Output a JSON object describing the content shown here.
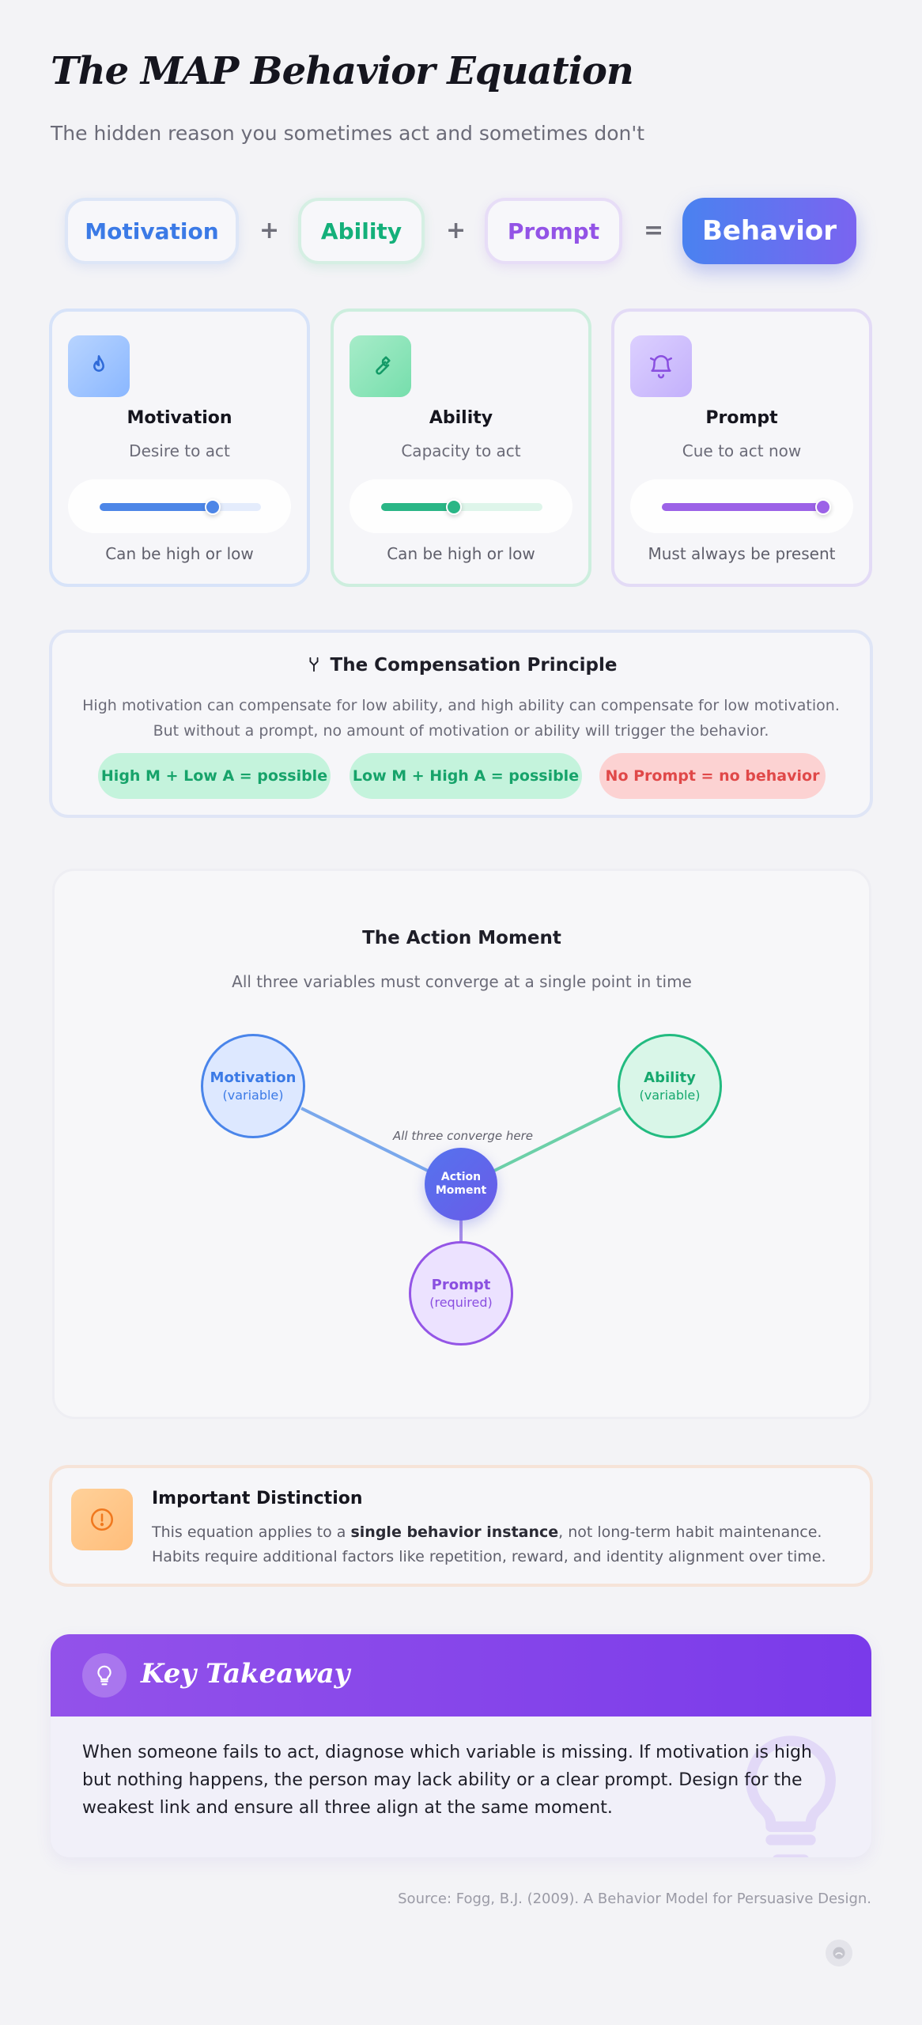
{
  "header": {
    "title": "The MAP Behavior Equation",
    "subtitle": "The hidden reason you sometimes act and sometimes don't"
  },
  "equation": {
    "motivation": "Motivation",
    "ability": "Ability",
    "prompt": "Prompt",
    "behavior": "Behavior",
    "plus": "+",
    "equals": "="
  },
  "cards": [
    {
      "name": "Motivation",
      "desc": "Desire to act",
      "note": "Can be high or low",
      "level": 0.7,
      "color": "#3b7ae6",
      "icon": "flame-icon"
    },
    {
      "name": "Ability",
      "desc": "Capacity to act",
      "note": "Can be high or low",
      "level": 0.45,
      "color": "#14b07a",
      "icon": "wrench-icon"
    },
    {
      "name": "Prompt",
      "desc": "Cue to act now",
      "note": "Must always be present",
      "level": 1.0,
      "color": "#9353e6",
      "icon": "bell-icon"
    }
  ],
  "compensation": {
    "title": "The Compensation Principle",
    "line1": "High motivation can compensate for low ability, and high ability can compensate for low motivation.",
    "line2": "But without a prompt, no amount of motivation or ability will trigger the behavior.",
    "chips": [
      "High M + Low A = possible",
      "Low M + High A = possible",
      "No Prompt = no behavior"
    ]
  },
  "action_moment": {
    "title": "The Action Moment",
    "subtitle": "All three variables must converge at a single point in time",
    "motivation_label": "Motivation",
    "motivation_sub": "(variable)",
    "ability_label": "Ability",
    "ability_sub": "(variable)",
    "prompt_label": "Prompt",
    "prompt_sub": "(required)",
    "center_line1": "Action",
    "center_line2": "Moment",
    "converge_note": "All three converge here"
  },
  "distinction": {
    "title": "Important Distinction",
    "text_before": "This equation applies to a ",
    "text_bold": "single behavior instance",
    "text_after": ", not long-term habit maintenance.",
    "line2": "Habits require additional factors like repetition, reward, and identity alignment over time."
  },
  "takeaway": {
    "title": "Key Takeaway",
    "text": "When someone fails to act, diagnose which variable is missing. If motivation is high but nothing happens, the person may lack ability or a clear prompt. Design for the weakest link and ensure all three align at the same moment."
  },
  "source": "Source: Fogg, B.J. (2009). A Behavior Model for Persuasive Design."
}
